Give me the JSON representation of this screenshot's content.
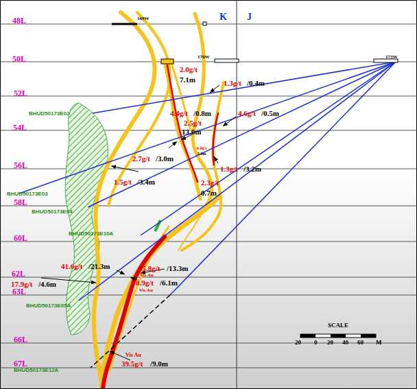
{
  "diagram": {
    "labels": [
      "48L",
      "50L",
      "52L",
      "54L",
      "56L",
      "58L",
      "60L",
      "62L",
      "63L",
      "66L",
      "67L",
      "169W",
      "170W",
      "173W",
      "K",
      "J",
      "BHUD50173E02",
      "BHUD50173E03",
      "BHUD50173E04",
      "BHUD50173E10A",
      "BHUD50173E05A",
      "BHUD50173E12A",
      "2.0g/t",
      "7.1m",
      "1.3g/t",
      "/0.4m",
      "4.4g/t",
      "/0.8m",
      "4.6g/t",
      "/0.5m",
      "2.5g/t",
      "13.0m",
      "6.0g/t",
      "5.8m",
      "2.7g/t",
      "/3.0m",
      "1.3g/t",
      "/3.2m",
      "2.3g/t",
      "0.7m",
      "1.5g/t",
      "/3.4m",
      "41.6g/t",
      "/21.3m",
      "65.8g/t",
      "/13.3m",
      "Vis Au",
      "17.9g/t",
      "/4.6m",
      "8.9g/t",
      "/6.1m",
      "Vis Au",
      "Vis Au",
      "39.5g/t",
      "/9.0m",
      "SCALE",
      "20",
      "0",
      "20",
      "40",
      "60",
      "M"
    ]
  }
}
